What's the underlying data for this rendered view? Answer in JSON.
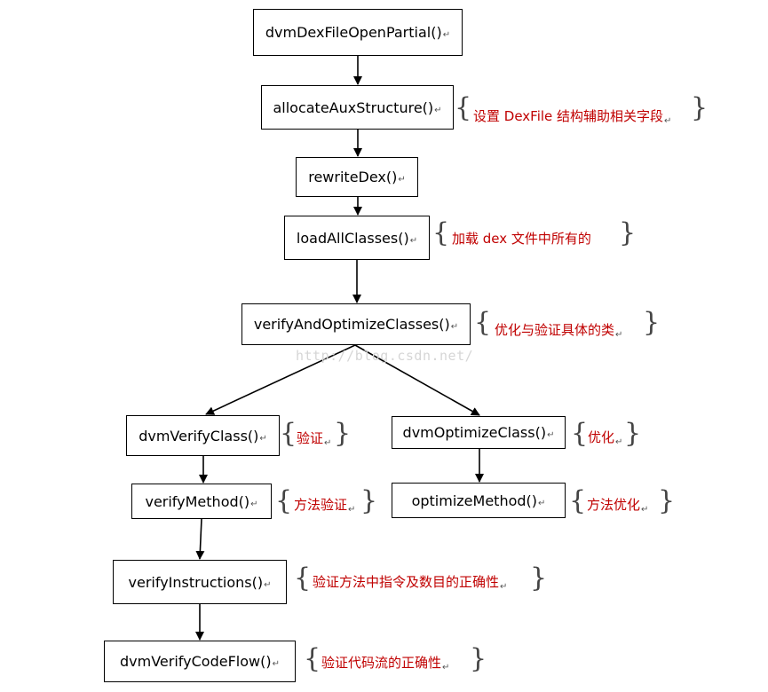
{
  "nodes": {
    "open_partial": "dvmDexFileOpenPartial()",
    "allocate_aux": "allocateAuxStructure()",
    "rewrite_dex": "rewriteDex()",
    "load_all_classes": "loadAllClasses()",
    "verify_optimize": "verifyAndOptimizeClasses()",
    "verify_class": "dvmVerifyClass()",
    "optimize_class": "dvmOptimizeClass()",
    "verify_method": "verifyMethod()",
    "optimize_method": "optimizeMethod()",
    "verify_instructions": "verifyInstructions()",
    "verify_code_flow": "dvmVerifyCodeFlow()"
  },
  "notes": {
    "allocate_aux": "设置 DexFile 结构辅助相关字段",
    "load_all_classes": "加载 dex 文件中所有的",
    "verify_optimize": "优化与验证具体的类",
    "verify_class": "验证",
    "optimize_class": "优化",
    "verify_method": "方法验证",
    "optimize_method": "方法优化",
    "verify_instructions": "验证方法中指令及数目的正确性",
    "verify_code_flow": "验证代码流的正确性"
  },
  "symbols": {
    "paragraph_mark": "↵",
    "brace_open": "{",
    "brace_close": "}"
  },
  "watermark": "http://blog.csdn.net/",
  "colors": {
    "note_text": "#c00000",
    "box_border": "#000000",
    "watermark": "#d6d6d6"
  }
}
